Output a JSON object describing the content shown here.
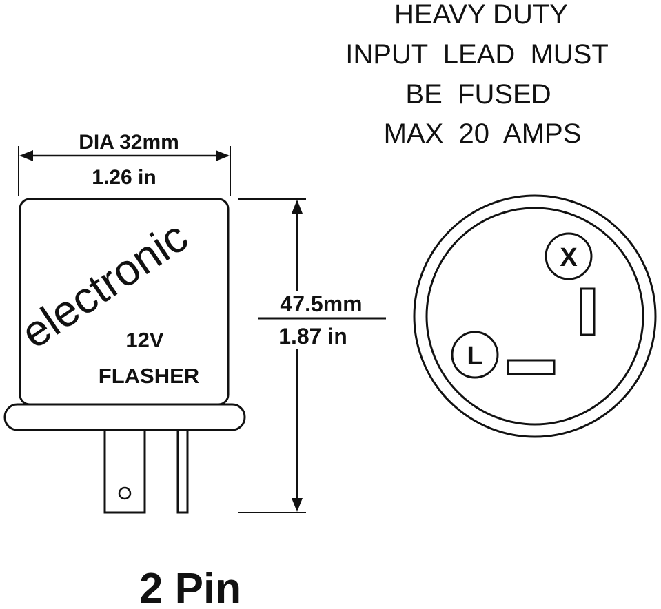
{
  "warning": {
    "lines": [
      "HEAVY DUTY",
      "INPUT  LEAD  MUST",
      "BE  FUSED",
      "MAX  20  AMPS"
    ]
  },
  "diameter": {
    "metric": "DIA 32mm",
    "imperial": "1.26 in"
  },
  "height": {
    "metric": "47.5mm",
    "imperial": "1.87 in"
  },
  "body": {
    "brand_text": "electronic",
    "voltage": "12V",
    "type": "FLASHER"
  },
  "connector": {
    "terminal_x": "X",
    "terminal_l": "L"
  },
  "caption": "2 Pin",
  "colors": {
    "stroke": "#111111",
    "background": "#ffffff"
  }
}
